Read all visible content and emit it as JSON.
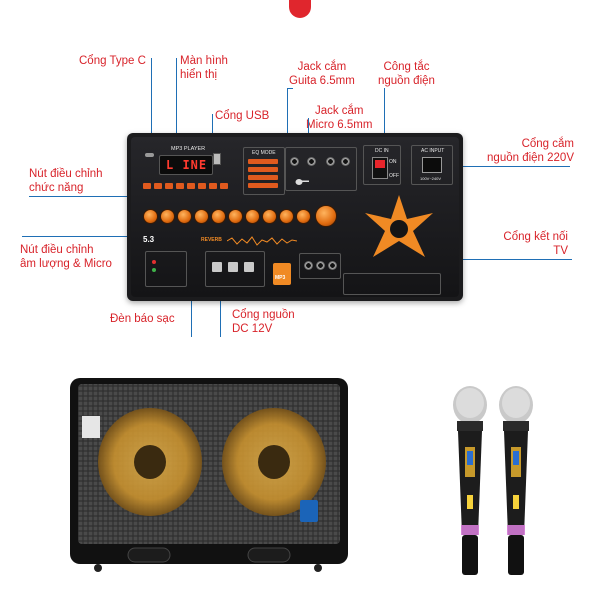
{
  "labels": {
    "type_c": "Cổng Type C",
    "display_l1": "Màn hình",
    "display_l2": "hiển thị",
    "usb": "Cổng USB",
    "guitar_l1": "Jack cắm",
    "guitar_l2": "Guita 6.5mm",
    "power_switch_l1": "Công tắc",
    "power_switch_l2": "nguồn điện",
    "mic_jack_l1": "Jack cắm",
    "mic_jack_l2": "Micro 6.5mm",
    "ac_in_l1": "Cổng cắm",
    "ac_in_l2": "nguồn điện 220V",
    "function_l1": "Nút điều chỉnh",
    "function_l2": "chức năng",
    "tv_l1": "Cổng kết nối",
    "tv_l2": "TV",
    "volume_l1": "Nút điều chỉnh",
    "volume_l2": "âm lượng & Micro",
    "charge_led": "Đèn báo sạc",
    "dc_l1": "Cổng nguồn",
    "dc_l2": "DC 12V"
  },
  "panel": {
    "mp3_player": "MP3 PLAYER",
    "display_text": "L INE",
    "eq_mode": "EQ MODE",
    "dc_in": "DC IN",
    "ac_input": "AC INPUT",
    "ac_rating": "100V~240V",
    "version": "5.3",
    "reverb": "REVERB",
    "mp3_badge": "MP3",
    "on": "ON",
    "off": "OFF"
  },
  "colors": {
    "callout_text": "#d8232a",
    "leader_line": "#1f6fb5",
    "panel_bg": "#1b1b1d",
    "accent_orange": "#f08a24"
  }
}
